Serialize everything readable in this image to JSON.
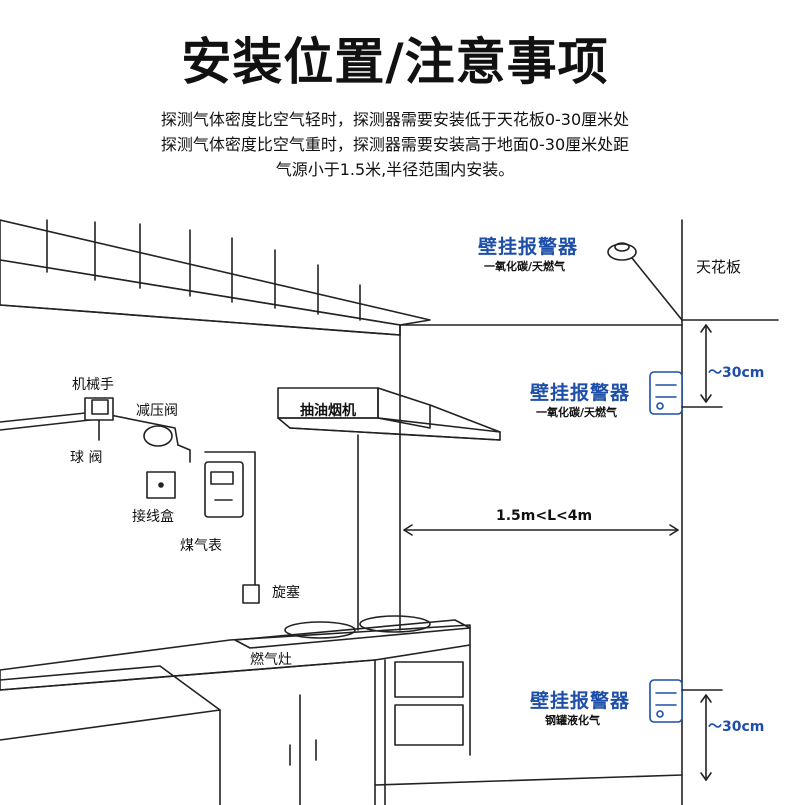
{
  "header": {
    "title": "安装位置/注意事项",
    "line1": "探测气体密度比空气轻时，探测器需要安装低于天花板0-30厘米处",
    "line2": "探测气体密度比空气重时，探测器需要安装高于地面0-30厘米处距",
    "line3": "气源小于1.5米,半径范围内安装。"
  },
  "labels": {
    "mechanical_hand": "机械手",
    "pressure_valve": "减压阀",
    "ball_valve": "球 阀",
    "junction_box": "接线盒",
    "gas_meter": "煤气表",
    "rotary_plug": "旋塞",
    "gas_stove": "燃气灶",
    "range_hood": "抽油烟机",
    "ceiling": "天花板"
  },
  "alarms": {
    "ceiling": {
      "title": "壁挂报警器",
      "subtitle": "一氧化碳/天燃气"
    },
    "upper_wall": {
      "title": "壁挂报警器",
      "subtitle": "一氧化碳/天燃气"
    },
    "lower_wall": {
      "title": "壁挂报警器",
      "subtitle": "钢罐液化气"
    }
  },
  "measurements": {
    "top_gap": "～30cm",
    "distance": "1.5m<L<4m",
    "bottom_gap": "～30cm"
  },
  "colors": {
    "accent_blue": "#1e4fa8",
    "line": "#222222"
  }
}
